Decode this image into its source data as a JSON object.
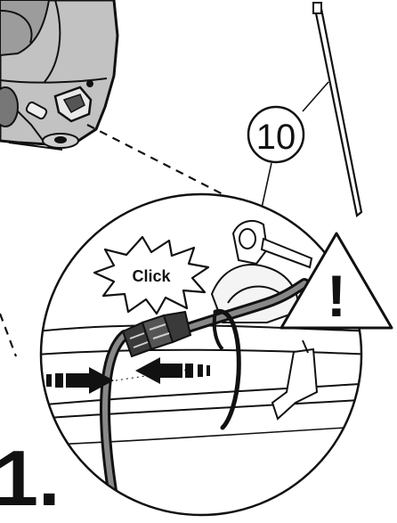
{
  "part_callout": {
    "number": "10"
  },
  "burst_label": "Click",
  "warning": {
    "symbol": "!"
  },
  "step_number": "1.",
  "colors": {
    "ink": "#111111",
    "machine_fill": "#bdbdbd",
    "machine_shade": "#8d8d8d",
    "paper": "#ffffff"
  },
  "icons": [
    "cable-tie-icon",
    "warning-triangle-icon",
    "push-arrow-icon"
  ]
}
